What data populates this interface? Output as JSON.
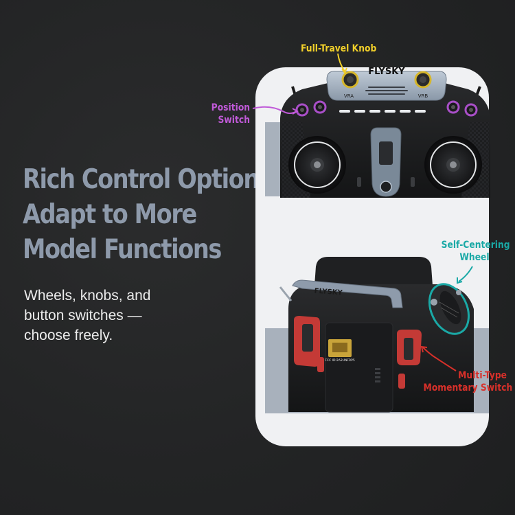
{
  "headline": {
    "line1": "Rich Control Options",
    "line2": "Adapt to More",
    "line3": "Model Functions"
  },
  "subtext": {
    "line1": "Wheels, knobs, and",
    "line2": "button switches —",
    "line3": "choose freely."
  },
  "device": {
    "brand_top": "FLYSKY",
    "brand_back": "FLYSKY",
    "knob_left": "VRA",
    "knob_right": "VRB",
    "sticker_text": "FCC ID:2A2UNFRP5"
  },
  "callouts": {
    "knob": "Full-Travel Knob",
    "position_line1": "Position",
    "position_line2": "Switch",
    "wheel_line1": "Self-Centering",
    "wheel_line2": "Wheel",
    "momentary_line1": "Multi-Type",
    "momentary_line2": "Momentary Switch"
  },
  "colors": {
    "knob": "#f2d02a",
    "position": "#c05ad8",
    "wheel": "#1aa9a6",
    "momentary": "#d8302a",
    "headline": "#8e9aab"
  }
}
